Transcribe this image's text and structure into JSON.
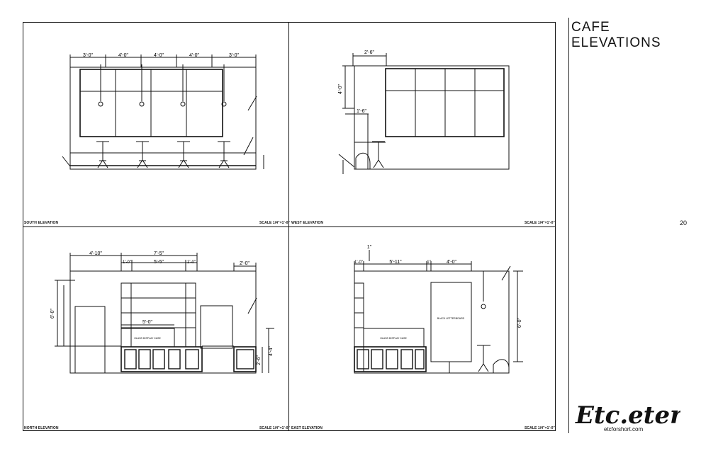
{
  "sheet": {
    "title_line1": "CAFE",
    "title_line2": "ELEVATIONS",
    "page_number": "20",
    "logo_text": "Etc.etera",
    "logo_subtext": "etcforshort.com"
  },
  "panels": {
    "south": {
      "label": "SOUTH ELEVATION",
      "scale": "SCALE 1/4\"=1'-0\"",
      "dims": [
        "3'-0\"",
        "4'-0\"",
        "4'-0\"",
        "4'-0\"",
        "3'-0\""
      ]
    },
    "west": {
      "label": "WEST ELEVATION",
      "scale": "SCALE 1/4\"=1'-0\"",
      "dims": [
        "2'-6\"",
        "4'-0\"",
        "1'-6\""
      ]
    },
    "north": {
      "label": "NORTH ELEVATION",
      "scale": "SCALE 1/4\"=1'-0\"",
      "dims": [
        "4'-10\"",
        "7'-5\"",
        "1'-0\"",
        "5'-5\"",
        "1'-0\"",
        "2'-0\"",
        "5'-0\"",
        "6'-0\"",
        "4'-4\"",
        "2'-6\""
      ],
      "case_label": "GLASS DISPLAY CASE"
    },
    "east": {
      "label": "EAST ELEVATION",
      "scale": "SCALE 1/4\"=1'-0\"",
      "dims": [
        "1\"",
        "1'-0\"",
        "5'-11\"",
        "1\"",
        "4'-0\"",
        "6'-0\""
      ],
      "case_label": "GLASS DISPLAY CASE",
      "board_label": "BLACK LETTERBOARD"
    }
  }
}
